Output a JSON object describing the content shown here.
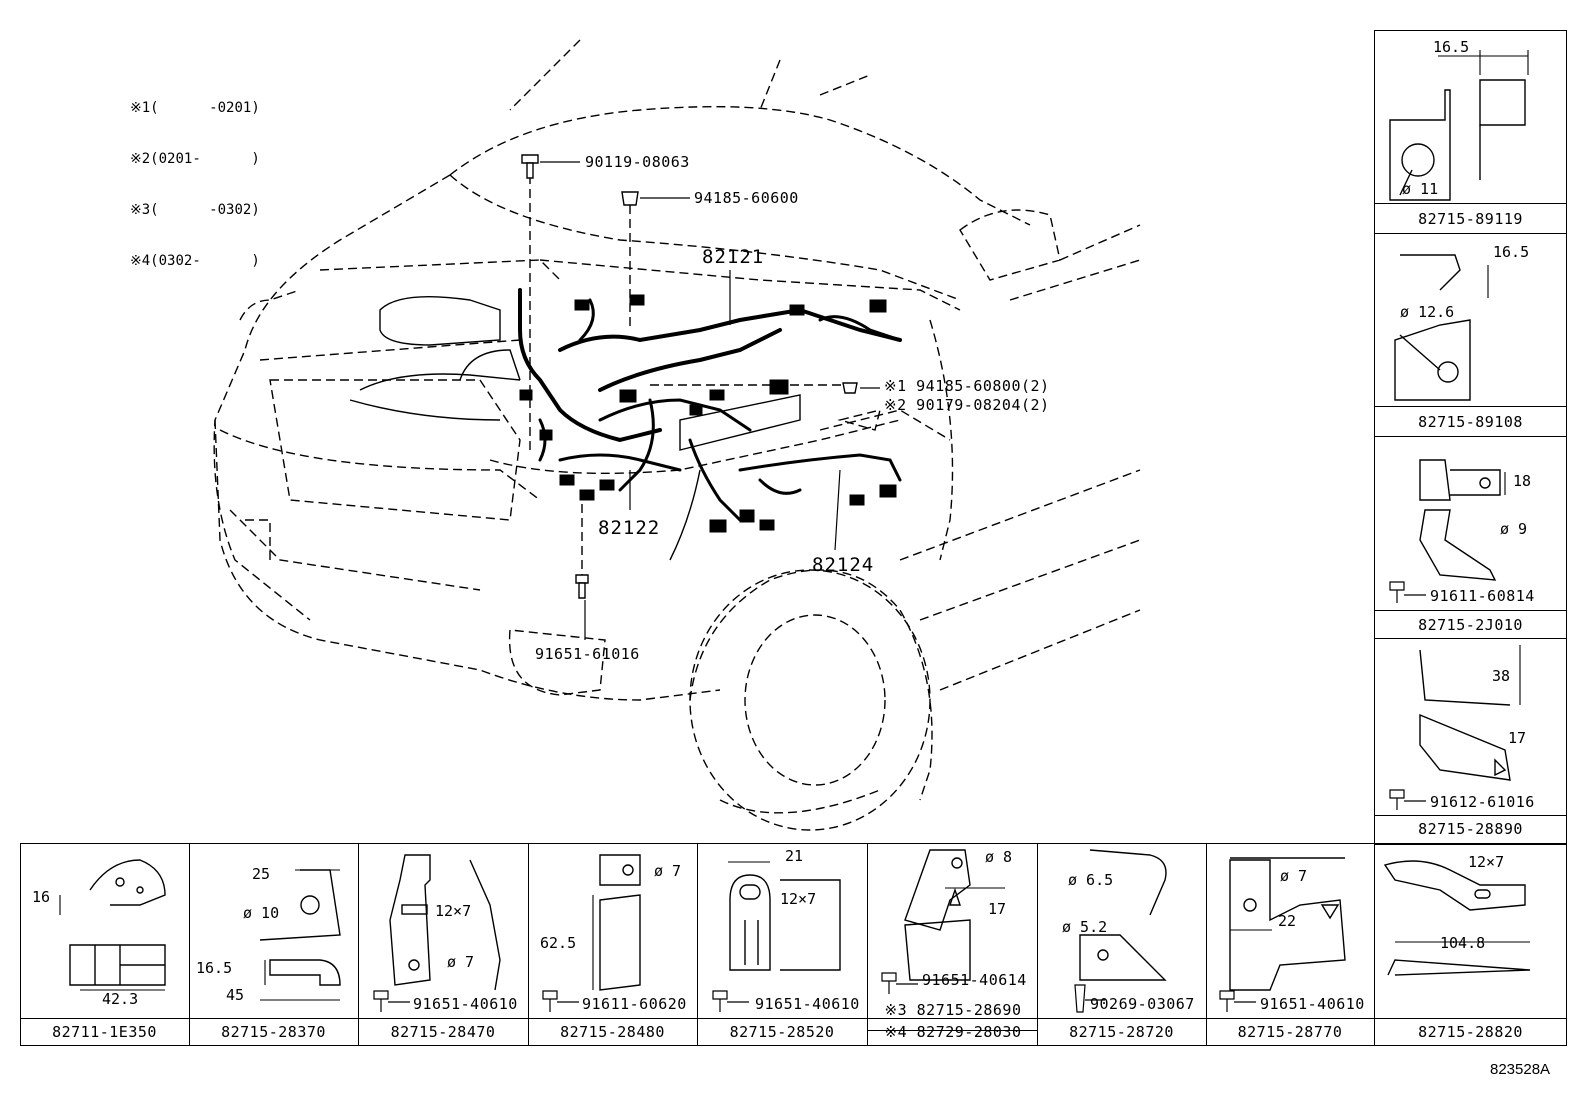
{
  "legend": [
    {
      "mark": "※1",
      "range": "(      -0201)"
    },
    {
      "mark": "※2",
      "range": "(0201-      )"
    },
    {
      "mark": "※3",
      "range": "(      -0302)"
    },
    {
      "mark": "※4",
      "range": "(0302-      )"
    }
  ],
  "callouts": {
    "bolt_top": "90119-08063",
    "nut_top": "94185-60600",
    "harness_82121": "82121",
    "nut_right_1": "※1 94185-60800(2)",
    "nut_right_2": "※2 90179-08204(2)",
    "harness_82122": "82122",
    "harness_82124": "82124",
    "bolt_bottom": "91651-61016"
  },
  "right_column": [
    {
      "part": "82715-89119",
      "dims": [
        "16.5",
        "ø 11"
      ],
      "fastener": ""
    },
    {
      "part": "82715-89108",
      "dims": [
        "16.5",
        "ø 12.6"
      ],
      "fastener": ""
    },
    {
      "part": "82715-2J010",
      "dims": [
        "18",
        "ø 9"
      ],
      "fastener": "91611-60814"
    },
    {
      "part": "82715-28890",
      "dims": [
        "38",
        "17"
      ],
      "fastener": "91612-61016"
    }
  ],
  "bottom_row": [
    {
      "part": "82711-1E350",
      "dims": [
        "16",
        "42.3"
      ],
      "fastener": ""
    },
    {
      "part": "82715-28370",
      "dims": [
        "25",
        "ø 10",
        "16.5",
        "45"
      ],
      "fastener": ""
    },
    {
      "part": "82715-28470",
      "dims": [
        "12×7",
        "ø 7"
      ],
      "fastener": "91651-40610"
    },
    {
      "part": "82715-28480",
      "dims": [
        "ø 7",
        "62.5"
      ],
      "fastener": "91611-60620"
    },
    {
      "part": "82715-28520",
      "dims": [
        "21",
        "12×7"
      ],
      "fastener": "91651-40610"
    },
    {
      "part": "※3 82715-28690",
      "part2": "※4 82729-28030",
      "dims": [
        "ø 8",
        "17"
      ],
      "fastener": "91651-40614"
    },
    {
      "part": "82715-28720",
      "dims": [
        "ø 6.5",
        "ø 5.2"
      ],
      "fastener": "90269-03067"
    },
    {
      "part": "82715-28770",
      "dims": [
        "ø 7",
        "22"
      ],
      "fastener": "91651-40610"
    },
    {
      "part": "82715-28820",
      "dims": [
        "12×7",
        "104.8"
      ],
      "fastener": ""
    }
  ],
  "figure_id": "823528A"
}
